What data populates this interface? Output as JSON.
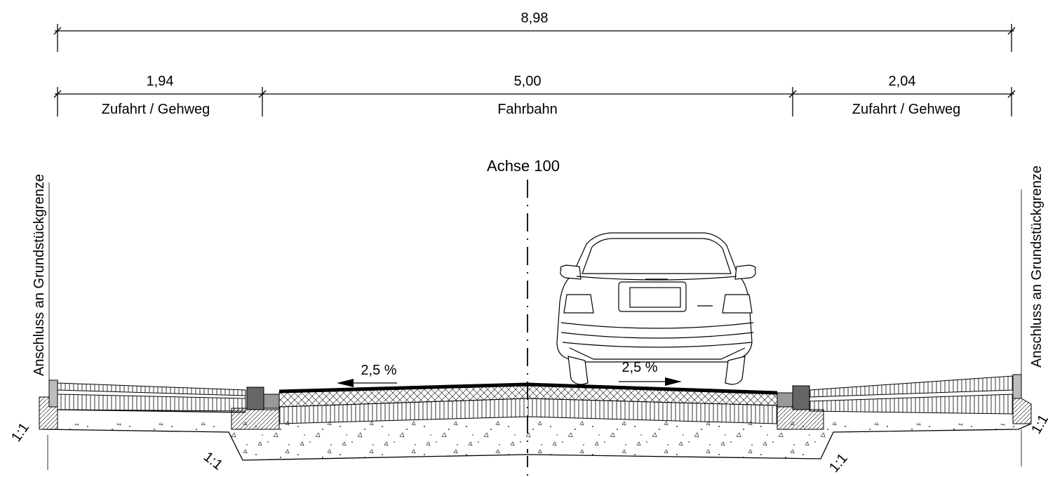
{
  "dimensions": {
    "total": "8,98",
    "segments": [
      {
        "value": "1,94",
        "label": "Zufahrt / Gehweg"
      },
      {
        "value": "5,00",
        "label": "Fahrbahn"
      },
      {
        "value": "2,04",
        "label": "Zufahrt / Gehweg"
      }
    ]
  },
  "axis_label": "Achse 100",
  "boundary_label": "Anschluss an Grundstückgrenze",
  "slopes": {
    "left": "2,5 %",
    "right": "2,5 %"
  },
  "embankment_slope": "1:1",
  "colors": {
    "line": "#000000",
    "block": "#666666",
    "curb": "#bdbdbd"
  }
}
